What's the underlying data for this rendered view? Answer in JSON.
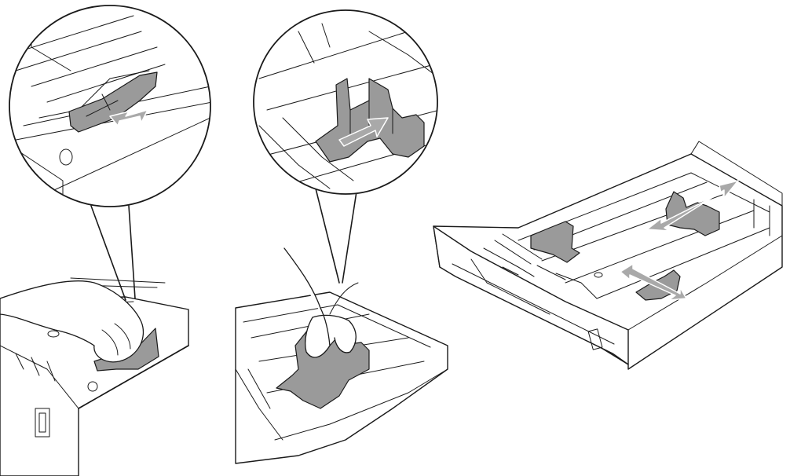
{
  "colors": {
    "line": "#1a1a1a",
    "guide_fill": "#9a9a9a",
    "arrow_fill": "#a9a9a9",
    "arrow_stroke": "#ffffff",
    "tray_fill": "#ffffff",
    "background": "#ffffff"
  },
  "figures": [
    {
      "name": "panel-left",
      "subject": "rear-paper-guide",
      "icons": [
        "magnifier-circle-icon",
        "hand-icon",
        "push-arrow-icon"
      ]
    },
    {
      "name": "panel-middle",
      "subject": "side-paper-guide",
      "icons": [
        "magnifier-circle-icon",
        "hand-icon",
        "slide-arrow-icon"
      ]
    },
    {
      "name": "panel-right",
      "subject": "paper-tray",
      "icons": [
        "double-arrow-icon",
        "double-arrow-icon",
        "paper-tray-icon"
      ]
    }
  ]
}
